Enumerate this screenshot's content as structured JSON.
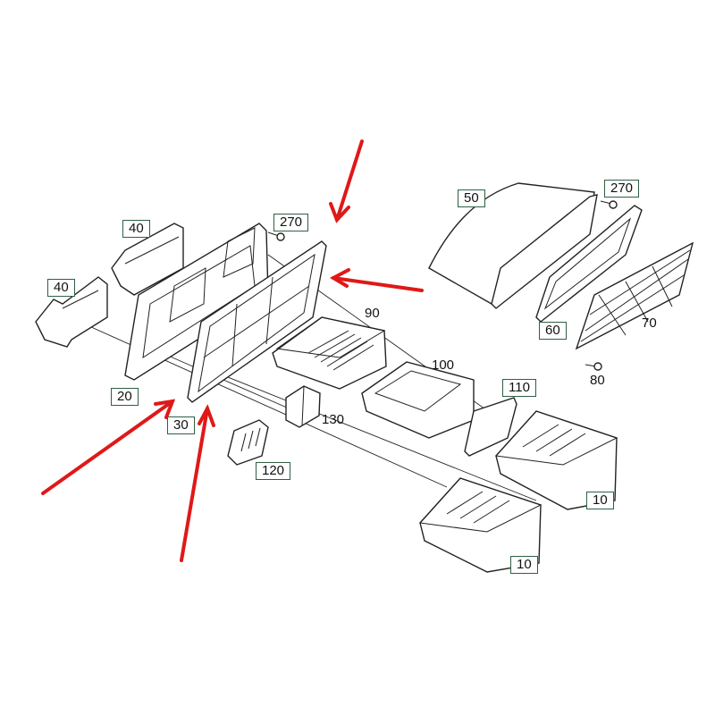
{
  "diagram": {
    "part_labels": {
      "p50": "50",
      "p270_right": "270",
      "p40_top": "40",
      "p270_left": "270",
      "p40_left": "40",
      "p90": "90",
      "p60": "60",
      "p70": "70",
      "p80": "80",
      "p100": "100",
      "p110": "110",
      "p20": "20",
      "p130": "130",
      "p30": "30",
      "p120": "120",
      "p10_right": "10",
      "p10_bottom": "10"
    },
    "colors": {
      "arrow": "#e01818",
      "label_border": "#2f5f44"
    }
  }
}
